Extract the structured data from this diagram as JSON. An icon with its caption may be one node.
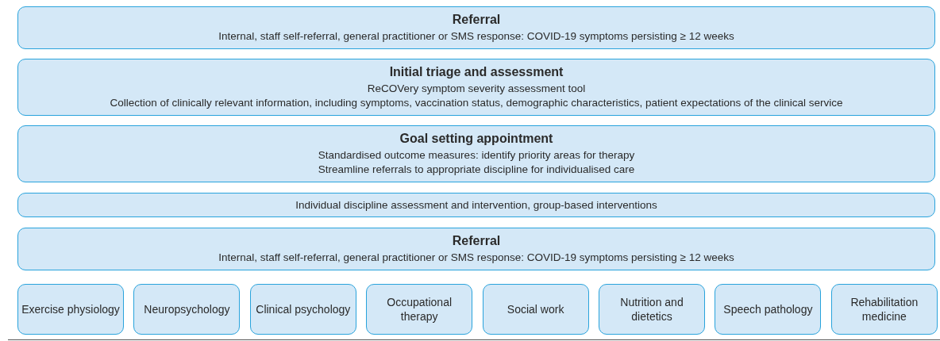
{
  "diagram": {
    "nodes": [
      {
        "text": [
          "Referral",
          "Internal, staff self-referral, general practitioner or SMS response: COVID-19 symptoms persisting ≥ 12 weeks"
        ]
      },
      {
        "text": [
          "Initial triage and assessment",
          "ReCOVery symptom severity assessment tool",
          "Collection of clinically relevant information, including symptoms, vaccination status, demographic characteristics, patient expectations of the clinical service"
        ]
      },
      {
        "text": [
          "Goal setting appointment",
          "Standardised outcome measures: identify priority areas for therapy",
          "Streamline referrals to appropriate discipline for individualised care"
        ]
      },
      {
        "text": [
          "Individual discipline assessment and intervention, group-based interventions"
        ]
      },
      {
        "text": [
          "Referral",
          "Internal, staff self-referral, general practitioner or SMS response: COVID-19 symptoms persisting ≥ 12 weeks"
        ]
      },
      {
        "text": [
          "Exercise physiology"
        ]
      },
      {
        "text": [
          "Neuropsychology"
        ]
      },
      {
        "text": [
          "Clinical psychology"
        ]
      },
      {
        "text": [
          "Occupational therapy"
        ]
      },
      {
        "text": [
          "Social work"
        ]
      },
      {
        "text": [
          "Nutrition and dietetics"
        ]
      },
      {
        "text": [
          "Speech pathology"
        ]
      },
      {
        "text": [
          "Rehabilitation medicine"
        ]
      }
    ]
  }
}
